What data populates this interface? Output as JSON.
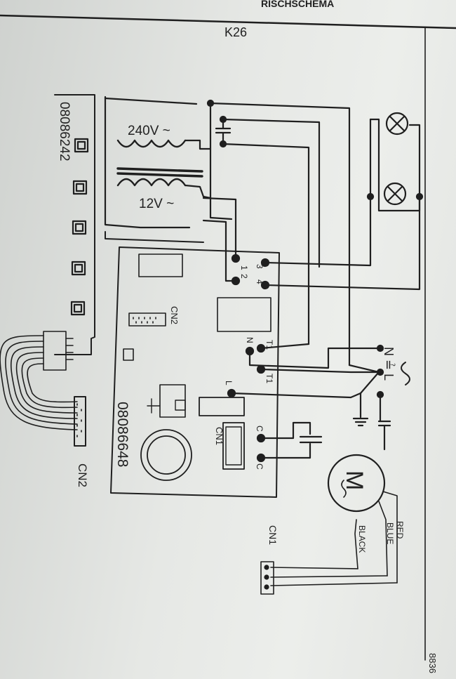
{
  "header": {
    "section": "RISCHSCHEMA",
    "model": "K26"
  },
  "page_number": "8836",
  "transformer": {
    "primary": "240V ~",
    "secondary": "12V ~"
  },
  "display_board": {
    "part_number": "08086242"
  },
  "control_board": {
    "part_number": "08086648",
    "cn2_label": "CN2",
    "cn1_label": "CN1",
    "terminals": {
      "t1a": "T1",
      "t1b": "T1",
      "n": "N",
      "l": "L",
      "c1": "C",
      "c2": "C",
      "p1": "1",
      "p2": "2",
      "p3": "3",
      "p4": "4"
    }
  },
  "ribbon_connector": {
    "label": "CN2"
  },
  "mains": {
    "label": "N ≟ L"
  },
  "motor": {
    "symbol": "M",
    "connector": "CN1",
    "wires": [
      "RED",
      "BLUE",
      "BLACK"
    ]
  }
}
